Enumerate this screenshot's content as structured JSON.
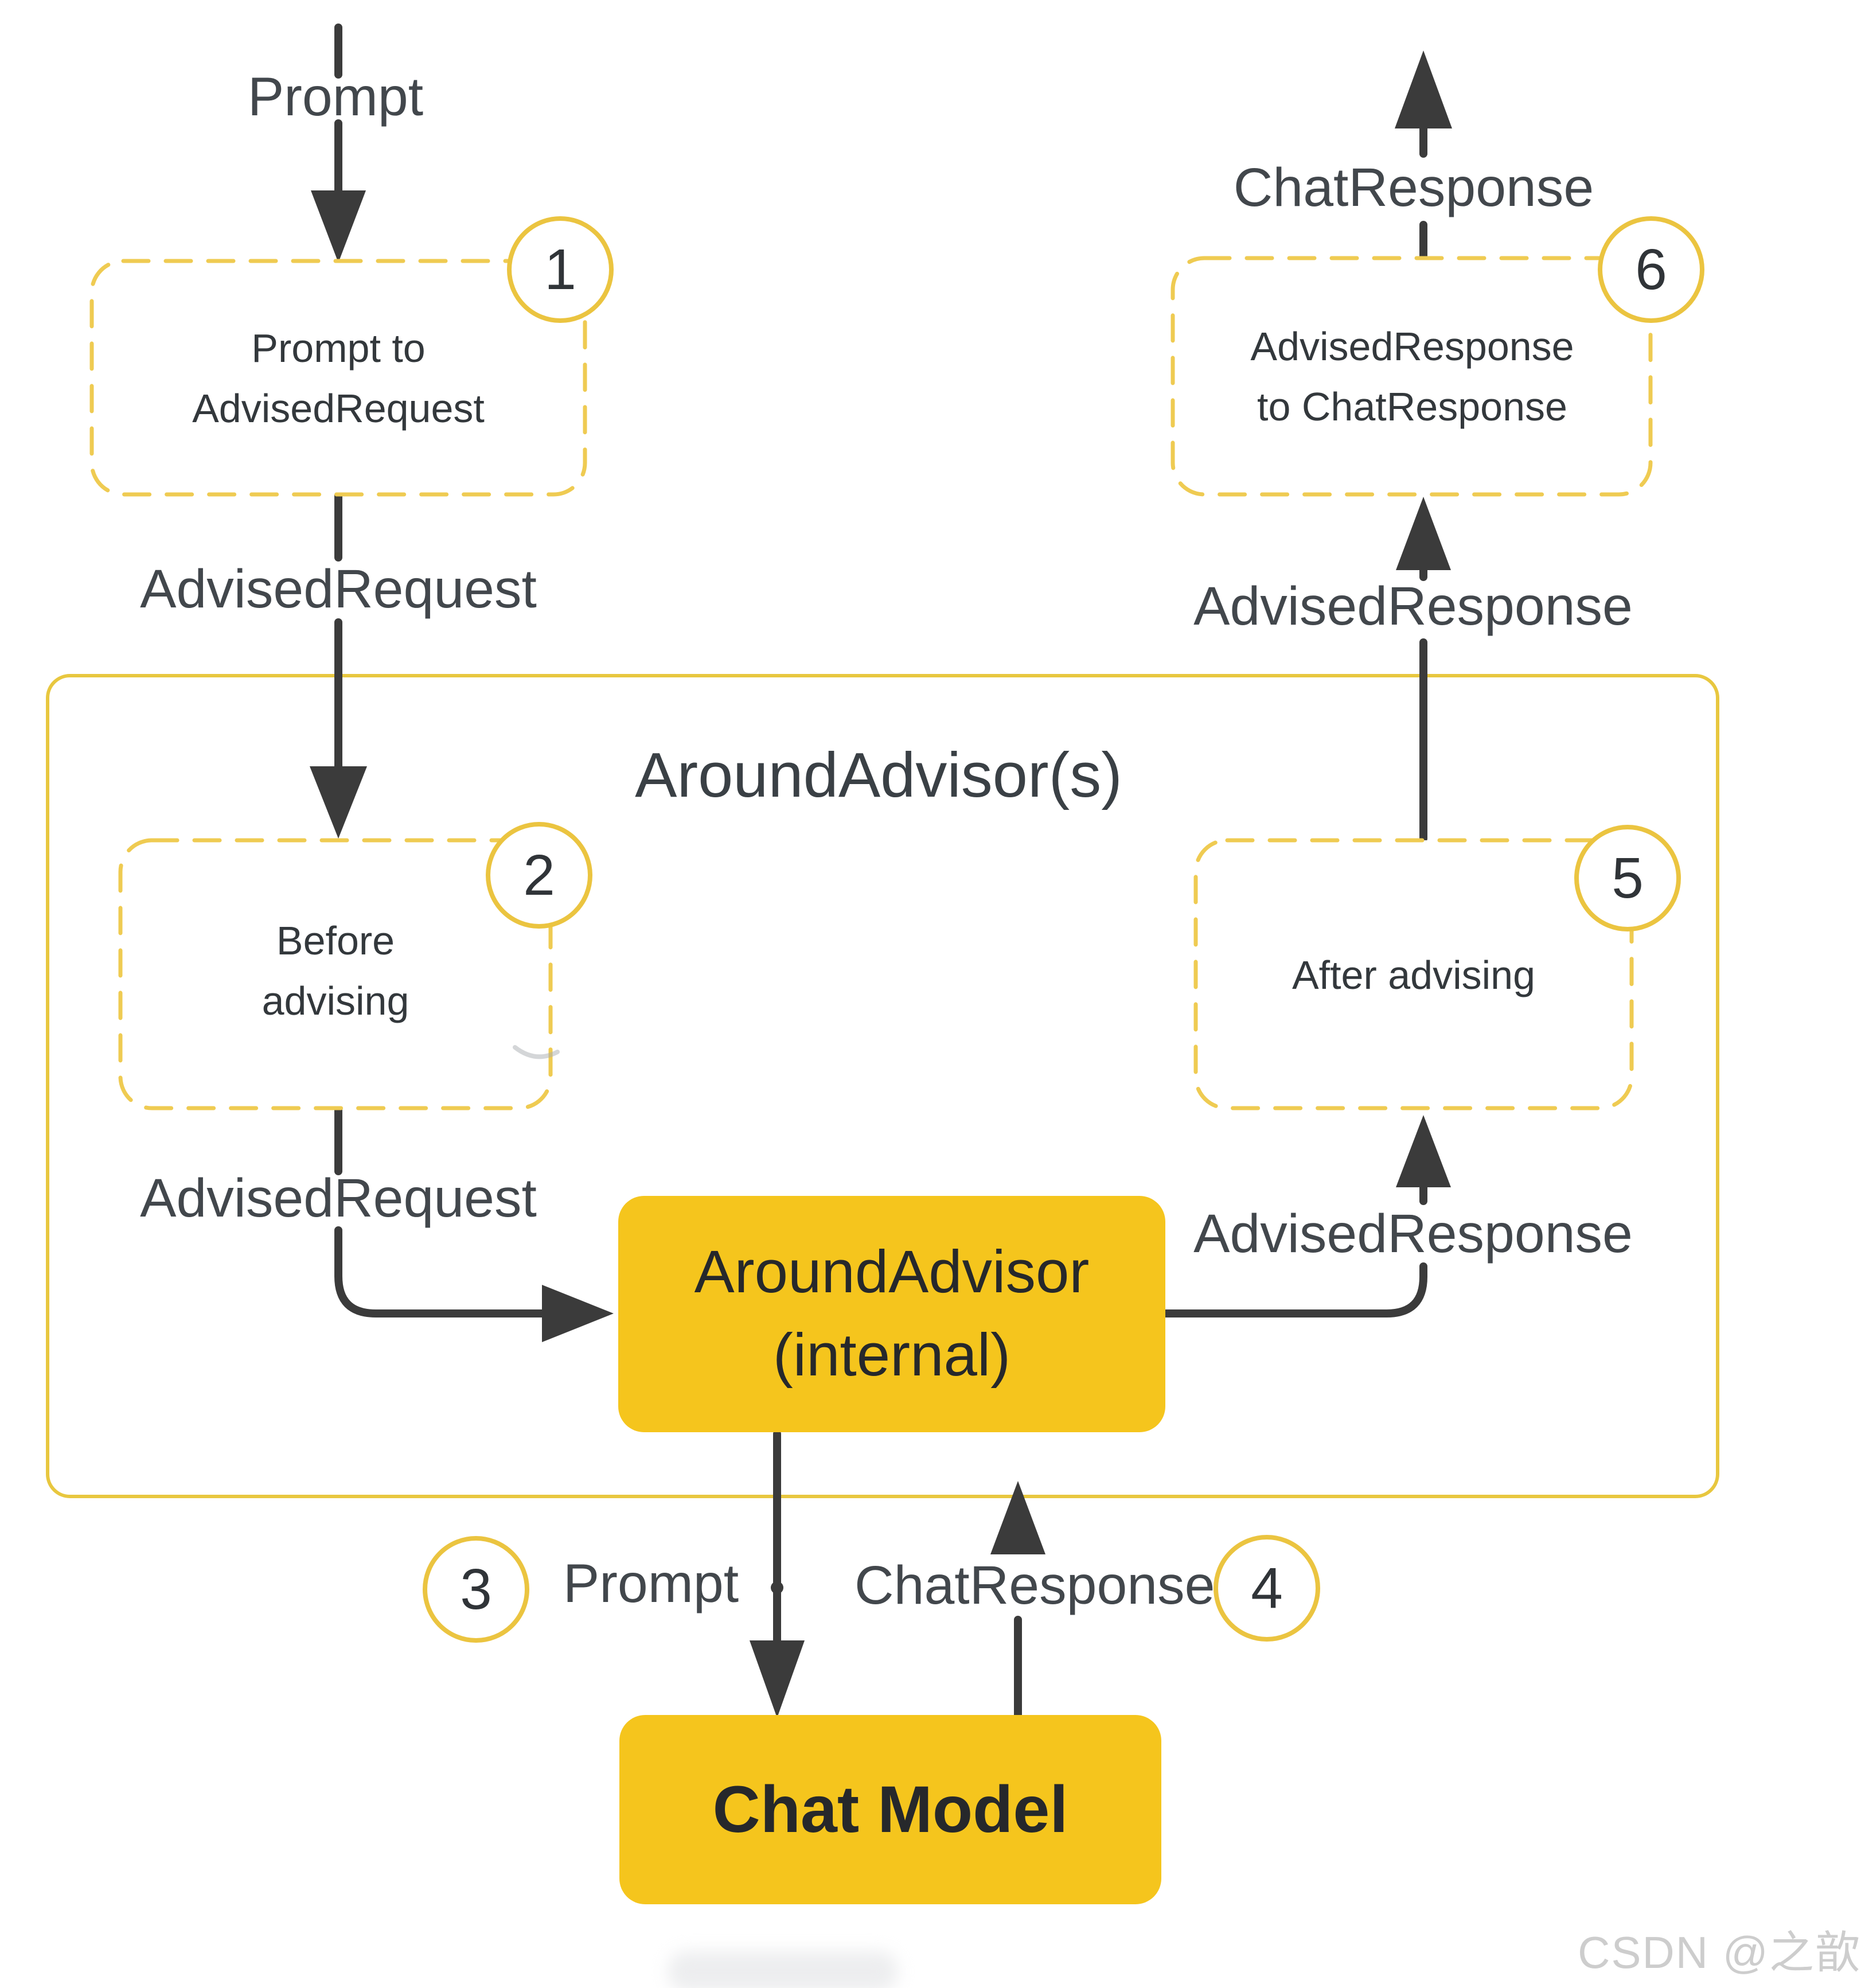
{
  "title": "AroundAdvisor(s)",
  "labels": {
    "prompt_top": "Prompt",
    "advised_request_upper": "AdvisedRequest",
    "advised_request_lower": "AdvisedRequest",
    "advised_response_mid": "AdvisedResponse",
    "advised_response_upper": "AdvisedResponse",
    "chat_response_top": "ChatResponse",
    "prompt_bottom": "Prompt",
    "chat_response_bottom": "ChatResponse"
  },
  "steps": {
    "s1": {
      "num": "1",
      "line1": "Prompt to",
      "line2": "AdvisedRequest"
    },
    "s2": {
      "num": "2",
      "line1": "Before",
      "line2": "advising"
    },
    "s3": {
      "num": "3"
    },
    "s4": {
      "num": "4"
    },
    "s5": {
      "num": "5",
      "line1": "After advising"
    },
    "s6": {
      "num": "6",
      "line1": "AdvisedResponse",
      "line2": "to ChatResponse"
    }
  },
  "nodes": {
    "around_advisor_internal": {
      "line1": "AroundAdvisor",
      "line2": "(internal)"
    },
    "chat_model": "Chat Model"
  },
  "watermark": "CSDN @之歆",
  "colors": {
    "node_fill": "#F5C51D",
    "dashed_border": "#EFCB52",
    "badge_border": "#EBC440",
    "container_border": "#E8C73F",
    "arrow": "#3B3B3B",
    "label_text": "#42474C",
    "watermark_text": "#CDCDCD"
  }
}
